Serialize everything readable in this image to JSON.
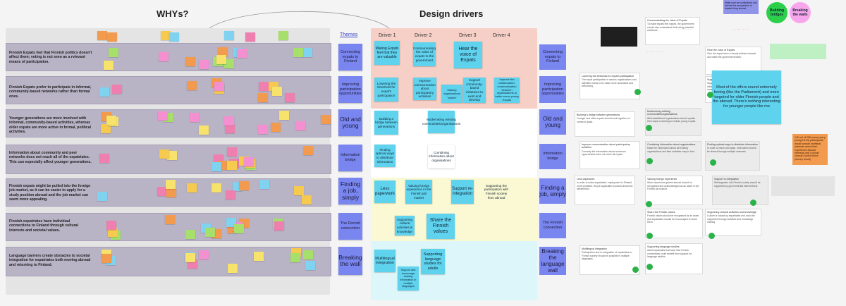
{
  "headings": {
    "whys": "WHYs?",
    "design_drivers": "Design drivers",
    "themes": "Themes"
  },
  "drivers": [
    "Driver 1",
    "Driver 2",
    "Driver 3",
    "Driver 4"
  ],
  "whys_rows": [
    "Finnish Expats feel that Finnish politics doesn't affect them; voting is not seen as a relevant means of participation.",
    "Finnish Expats prefer to participate in informal, community-based networks rather than formal ones.",
    "Younger generations are more involved with informal, community-based activities, whereas older expats are more active in formal, political activities.",
    "Information about community and peer networks does not reach all of the expatriates. This can especially affect younger generations.",
    "Finnish expats might be pulled into the foreign job market, as it can be easier to apply for a study position abroad and the job market can seem more appealing.",
    "Finnish expatriates have individual connections to Finland through cultural interests and societal values.",
    "Language barriers create obstacles to societal integration for expatriates both moving abroad and returning to Finland."
  ],
  "themes": [
    "Connecting expats to Finland",
    "Improving participation opportunities",
    "Old and young",
    "Information bridge",
    "Finding a job, simply",
    "The Finnish connection",
    "Breaking the wall"
  ],
  "driver_notes": [
    "Making Expats feel that they are valuable",
    "Communicating the value of expats to the government",
    "Hear the voice of Expats",
    "Lowering the threshold for expat's participation",
    "Improve communication about participatory activities",
    "Making organisations \"visible\"",
    "Support community-based initiatives to exist and develop",
    "Improve the collaboration, communication between organisations to better serve young Expats",
    "Building a bridge between generations",
    "Modernising existing communities/organisations",
    "Finding optimal ways to distribute information",
    "Combining information about organisations",
    "Less paperwork",
    "Valuing foreign experience in the Finnish job market",
    "Support re-integration",
    "Supporting the participation with Finnish society from abroad",
    "Supporting cultural activities & knowledge",
    "Share the Finnish values",
    "Multilingual integration",
    "Supporting language studies for adults",
    "Support and encourage sharing information in multiple languages"
  ],
  "right_themes": [
    "Connecting expats to Finland",
    "Improving participation opportunities",
    "Old and young",
    "Information bridge",
    "Finding a job, simply",
    "The Finnish connection",
    "Breaking the language wall"
  ],
  "right_cards": [
    {
      "title": "Communicating the value of Expats",
      "body": "To make expats feel valued, the government should also understand their being potential workforce."
    },
    {
      "title": "Hear the voice of Expats",
      "body": "Give the expat voice a clearly defined channel and make the government listen."
    },
    {
      "title": "Lowering the threshold for expat's participation",
      "body": "The expat participation in various organizations and activities needs to be made more accessible and welcoming."
    },
    {
      "title": "Support community-based initiatives",
      "body": "Supporting the existing communities and initiatives, and giving possibilities for new ones."
    },
    {
      "title": "Building a bridge between generations",
      "body": "Younger and older expats should work together on common goals."
    },
    {
      "title": "Modernising existing communities/organisations",
      "body": "Well-established organisations should update their ways of working to include young expats."
    },
    {
      "title": "Improve communication about participatory activities",
      "body": "Currently the information about numerous opportunities does not reach all expats."
    },
    {
      "title": "Combining information about organisations",
      "body": "Make the information about all existing organisations and their activities easy to find."
    },
    {
      "title": "Finding optimal ways to distribute information",
      "body": "In order to reach all expats, information should be shared through multiple channels."
    },
    {
      "title": "Less paperwork",
      "body": "In order to make expatriates' employment in Finland more probable, the job application process should be streamlined."
    },
    {
      "title": "Valuing foreign experience",
      "body": "Work experience gained abroad should be recognised and acknowledged as an asset in the Finnish job market."
    },
    {
      "title": "Support re-integration",
      "body": "Reintegration into Finnish society should be supported by governmental interventions."
    },
    {
      "title": "Share the Finnish values",
      "body": "Finnish values should be recognised as an asset, and expatriates should be encouraged to share them."
    },
    {
      "title": "Supporting cultural activities and knowledge",
      "body": "Culture is valued by expatriates and could be supported through activities and knowledge sharing."
    },
    {
      "title": "Multilingual integration",
      "body": "Participation and re-integration of expatriates to Finnish society should be possible in multiple languages."
    },
    {
      "title": "Supporting language studies",
      "body": "Adult expatriates that have less Finnish connections could benefit from support for language studies."
    }
  ],
  "callouts": {
    "quote": "Most of the offers sound extremely boring (like the Parliament) and more targeted for older Finnish people and the abroad. There's nothing interesting for younger people like me",
    "survey": "140 out of 296 survey (very young 18-29) participants would consult unofficial networks about their experience abroad whereas only 5 would consult Suomi-Seura (survey result)",
    "bubble_green": "Building bridges",
    "bubble_pink": "Breaking the walls",
    "top_note": "Make sure we understand and include the perspective of expats living abroad"
  },
  "colors": {
    "row": "#b9b3c6",
    "theme": "#7a86ef",
    "note": "#5fd3ee",
    "band_red": "#f6cfc6",
    "band_yellow": "#fbf9d3",
    "band_cyan": "#dcf6f9",
    "green": "#2bb34a",
    "pink": "#f7a6ec"
  }
}
